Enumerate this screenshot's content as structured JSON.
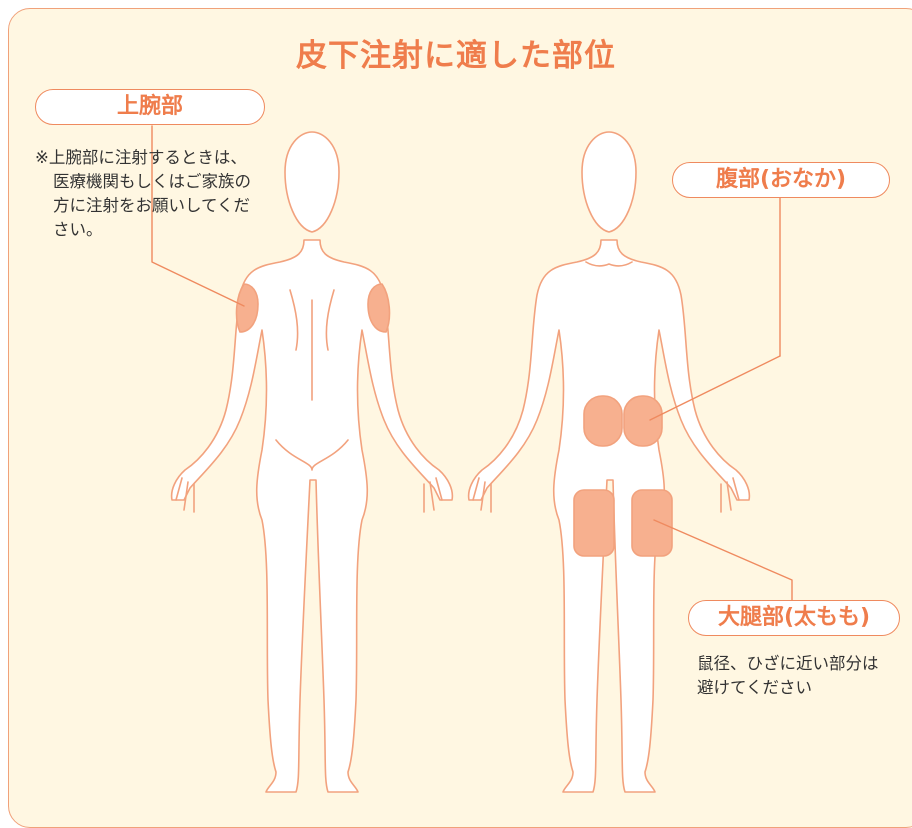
{
  "title": "皮下注射に適した部位",
  "upper_arm": {
    "label": "上腕部",
    "note_line1": "※上腕部に注射するときは、",
    "note_line2": "医療機関もしくはご家族の",
    "note_line3": "方に注射をお願いしてくだ",
    "note_line4": "さい。"
  },
  "abdomen": {
    "label": "腹部(おなか)"
  },
  "thigh": {
    "label": "大腿部(太もも)",
    "note_line1": "鼠径、ひざに近い部分は",
    "note_line2": "避けてください"
  },
  "colors": {
    "accent": "#ef7d4c",
    "outline": "#f0a17a",
    "highlight": "#f7b08f",
    "background": "#fff7e2"
  }
}
